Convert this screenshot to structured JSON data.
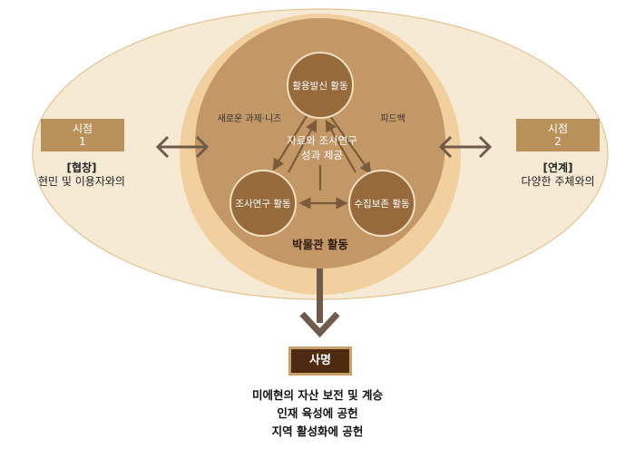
{
  "outer_label": "박물관 활동",
  "activities": {
    "top": "활용발신 활동",
    "left": "조사연구 활동",
    "right": "수집보존 활동"
  },
  "flows": {
    "left_label": "새로운 과제·니즈",
    "right_label": "피드백",
    "center_label_1": "자료와 조사연구",
    "center_label_2": "성과 제공"
  },
  "viewpoint_1": {
    "title_line1": "시점",
    "title_line2": "1",
    "heading": "[협창]",
    "text": "현민 및 이용자와의"
  },
  "viewpoint_2": {
    "title_line1": "시점",
    "title_line2": "2",
    "heading": "[연계]",
    "text": "다양한 주체와의"
  },
  "mission": {
    "label": "사명",
    "items": [
      "미에현의 자산 보전 및 계승",
      "인재 육성에 공헌",
      "지역 활성화에 공헌"
    ]
  },
  "colors": {
    "outer_ellipse": "#f6ead5",
    "ring": "#f1cf9f",
    "inner_disk": "#c49767",
    "node": "#976a3c",
    "node_border": "#f2dfc0",
    "arrow": "#7b5b3a",
    "side_box": "#b9915a",
    "mission_box": "#4e2a10"
  }
}
